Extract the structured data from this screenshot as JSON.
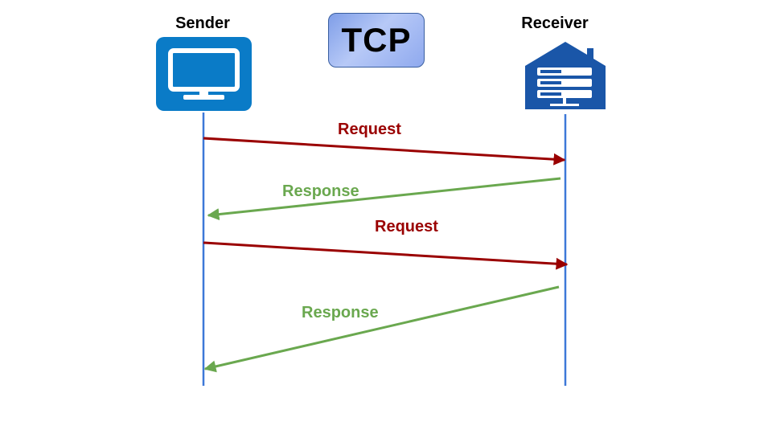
{
  "participants": {
    "sender": {
      "label": "Sender",
      "icon": "monitor-icon"
    },
    "receiver": {
      "label": "Receiver",
      "icon": "server-icon"
    }
  },
  "title": "TCP",
  "messages": [
    {
      "label": "Request",
      "direction": "sender-to-receiver",
      "kind": "request"
    },
    {
      "label": "Response",
      "direction": "receiver-to-sender",
      "kind": "response"
    },
    {
      "label": "Request",
      "direction": "sender-to-receiver",
      "kind": "request"
    },
    {
      "label": "Response",
      "direction": "receiver-to-sender",
      "kind": "response"
    }
  ],
  "colors": {
    "request": "#9a0000",
    "response": "#6aa84f",
    "lifeline": "#3d78d8",
    "icon_bg_sender": "#0a7bc7",
    "icon_bg_receiver": "#1a56a8"
  }
}
